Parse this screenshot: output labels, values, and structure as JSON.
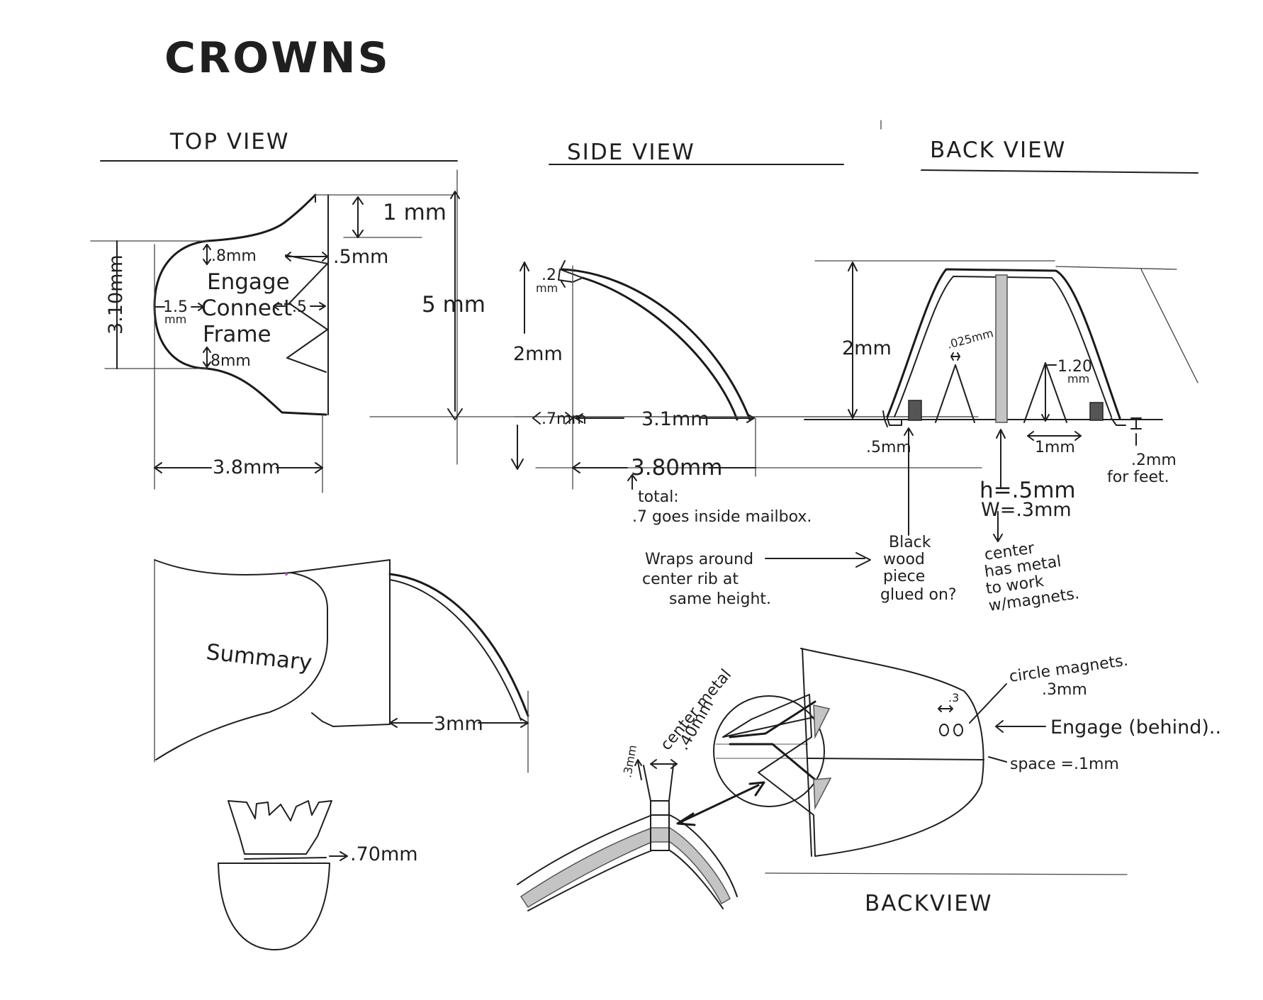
{
  "title": "CROWNS",
  "sections": {
    "top_view": "TOP VIEW",
    "side_view": "SIDE VIEW",
    "back_view": "BACK VIEW",
    "back_view_2": "BACKVIEW"
  },
  "top_view": {
    "dim_1mm": "1 mm",
    "dim_5mm_width": ".5mm",
    "dim_8mm_top": ".8mm",
    "word_engage": "Engage",
    "word_connect": "Connect",
    "word_frame": "Frame",
    "dim_1_5": "1.5",
    "dim_1_5_unit": "mm",
    "dim_5_right": ".5",
    "dim_8mm_bottom": ".8mm",
    "dim_height": "3.10mm",
    "dim_depth": "3.8mm",
    "dim_total": "5 mm"
  },
  "side_view": {
    "dim_2_top": ".2",
    "dim_2_top_unit": "mm",
    "dim_2mm": "2mm",
    "dim_7mm": ".7mm",
    "dim_3_1mm": "3.1mm",
    "dim_3_80mm": "3.80mm",
    "note_total_line1": "total:",
    "note_total_line2": ".7 goes inside mailbox.",
    "note_wraps_line1": "Wraps around",
    "note_wraps_line2": "center rib at",
    "note_wraps_line3": "same height."
  },
  "back_view": {
    "dim_2mm": "2mm",
    "dim_025": ".025mm",
    "dim_1_20": "1.20",
    "dim_1_20_unit": "mm",
    "dim_5mm": ".5mm",
    "dim_1mm": "1mm",
    "dim_2mm_feet": ".2mm",
    "note_feet": "for feet.",
    "dim_h": "h=.5mm",
    "dim_w": "W=.3mm",
    "note_black_line1": "Black",
    "note_black_line2": "wood",
    "note_black_line3": "piece",
    "note_black_line4": "glued on?",
    "note_center_line1": "center",
    "note_center_line2": "has metal",
    "note_center_line3": "to work",
    "note_center_line4": "w/magnets."
  },
  "summary": {
    "label": "Summary",
    "dim_3mm": "3mm",
    "dim_70mm": ".70mm"
  },
  "detail": {
    "note_center_metal": "center metal",
    "dim_40mm": ".40mm",
    "dim_3mm": ".3mm",
    "note_circle_magnets": "circle magnets.",
    "dim_magnets": ".3mm",
    "dim_3": ".3",
    "note_engage": "Engage (behind)..",
    "note_space": "space =.1mm"
  }
}
